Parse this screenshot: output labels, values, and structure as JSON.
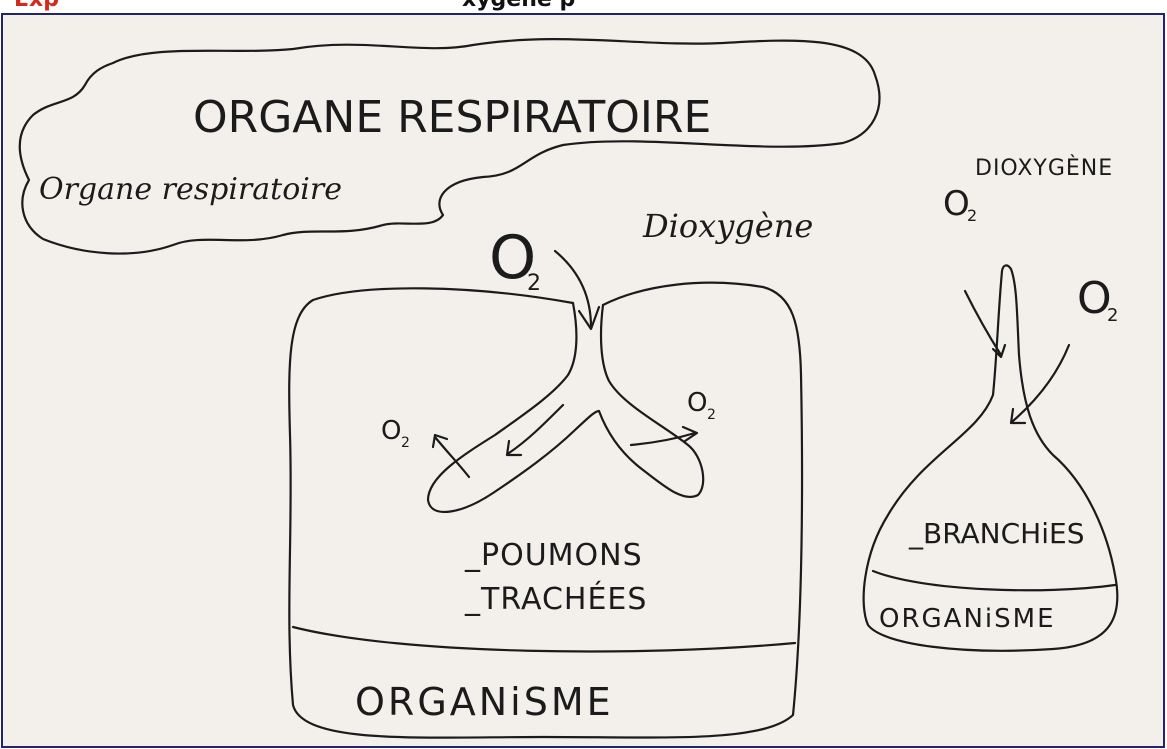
{
  "banner": {
    "left_text": "Exp",
    "right_text": "xygène p",
    "left_color": "#d42a1e",
    "right_color": "#111111"
  },
  "frame_border_color": "#24246e",
  "paper_color": "#f3f0ec",
  "ink_color": "#1b1b1b",
  "title": {
    "heading": "ORGANE RESPIRATOIRE",
    "script_subtitle": "Organe respiratoire"
  },
  "lungs_diagram": {
    "o2_main": "O",
    "o2_main_sub": "2",
    "dioxygene_script": "Dioxygène",
    "o2_left": "O",
    "o2_left_sub": "2",
    "o2_right": "O",
    "o2_right_sub": "2",
    "label_poumons": "_POUMONS",
    "label_trachees": "_TRACHÉES",
    "organisme": "ORGANiSME"
  },
  "gills_diagram": {
    "dioxygene_caps": "DIOXYGÈNE",
    "o2_top": "O",
    "o2_top_sub": "2",
    "o2_side": "O",
    "o2_side_sub": "2",
    "label_branchies": "_BRANCHiES",
    "organisme": "ORGANiSME"
  }
}
